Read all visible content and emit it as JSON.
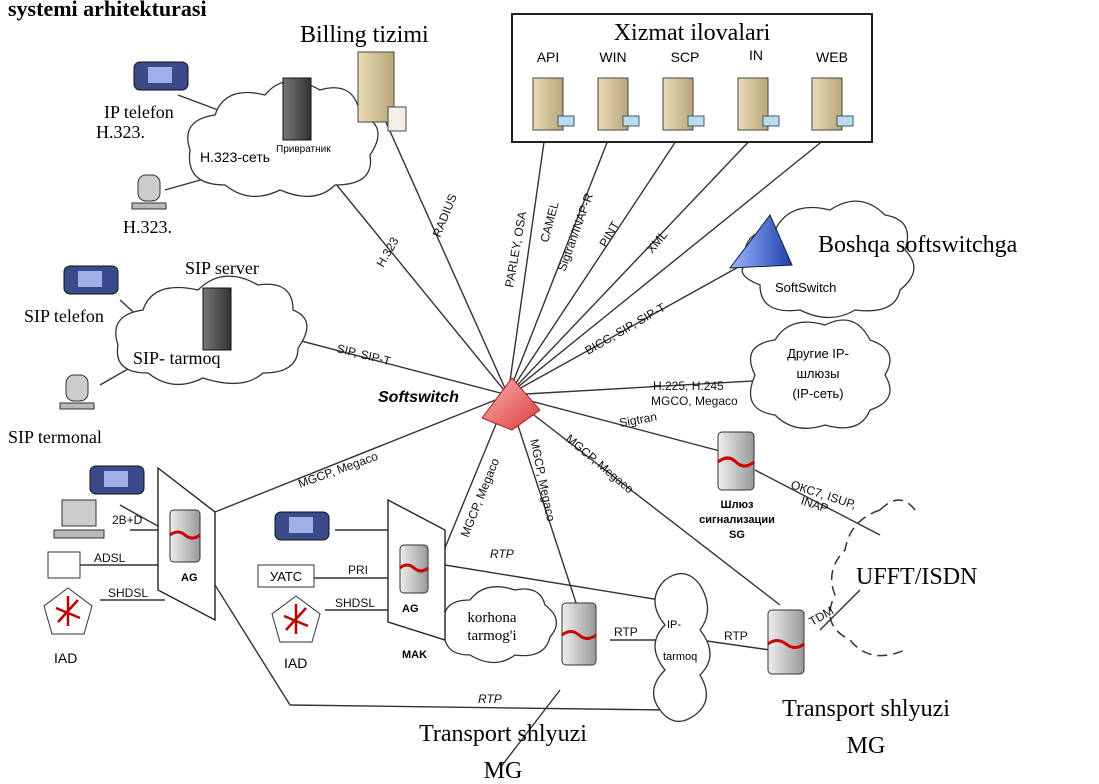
{
  "header_title_fragment": "systemi arhitekturasi",
  "service_box": {
    "title": "Xizmat ilovalari",
    "servers": [
      "API",
      "WIN",
      "SCP",
      "IN",
      "WEB"
    ]
  },
  "billing": {
    "label": "Billing tizimi"
  },
  "h323_zone": {
    "ip_phone_label": "IP telefon",
    "ip_phone_proto": "H.323.",
    "pc_label": "H.323.",
    "network": "H.323-сеть",
    "gatekeeper": "Привратник"
  },
  "sip_zone": {
    "server": "SIP server",
    "phone": "SIP telefon",
    "network": "SIP- tarmoq",
    "terminal": "SIP termonal"
  },
  "core": {
    "label": "Softswitch"
  },
  "remote_softswitch": {
    "label": "Boshqa softswitchga",
    "cloud": "SoftSwitch"
  },
  "other_gateways": {
    "line1": "Другие IP-",
    "line2": "шлюзы",
    "line3": "(IP-сеть)"
  },
  "link_labels": {
    "h323": "H.323",
    "radius": "RADIUS",
    "parley": "PARLEY, OSA",
    "camel": "CAMEL",
    "sigtran_inap": "Sigtran/INAP-R",
    "pint": "PINT",
    "xml": "XML",
    "bicc": "BICC, SIP, SIP-T",
    "sip": "SIP, SIP-T",
    "h225": "H.225, H.245",
    "mgco": "MGCO, Megaco",
    "sigtran": "Sigtran",
    "mgcp_ag1": "MGCP, Megaco",
    "mgcp_ag2": "MGCP, Megaco",
    "mgcp_mg1": "MGCP, Megaco",
    "mgcp_mg2": "MGCP, Megaco",
    "oks7": "ОКС7, ISUP,",
    "inap": "INAP",
    "rtp_top": "RTP",
    "rtp_mid": "RTP",
    "rtp_right": "RTP",
    "rtp_bottom": "RTP",
    "tdm": "TDM",
    "isdn_2bd": "2B+D",
    "adsl": "ADSL",
    "shdsl1": "SHDSL",
    "pri": "PRI",
    "shdsl2": "SHDSL"
  },
  "signal_gw": {
    "line1": "Шлюз",
    "line2": "сигнализации",
    "line3": "SG"
  },
  "pstn": {
    "label": "UFFT/ISDN"
  },
  "access": {
    "ag1": "AG",
    "ag2": "AG",
    "iad1": "IAD",
    "iad2": "IAD",
    "uatc": "УАТС",
    "mak": "MAK"
  },
  "enterprise_net": {
    "line1": "korhona",
    "line2": "tarmog'i"
  },
  "ip_net": {
    "line1": "IP-",
    "line2": "tarmoq"
  },
  "transport_gw_left": {
    "line1": "Transport shlyuzi",
    "line2": "MG"
  },
  "transport_gw_right": {
    "line1": "Transport shlyuzi",
    "line2": "MG"
  }
}
